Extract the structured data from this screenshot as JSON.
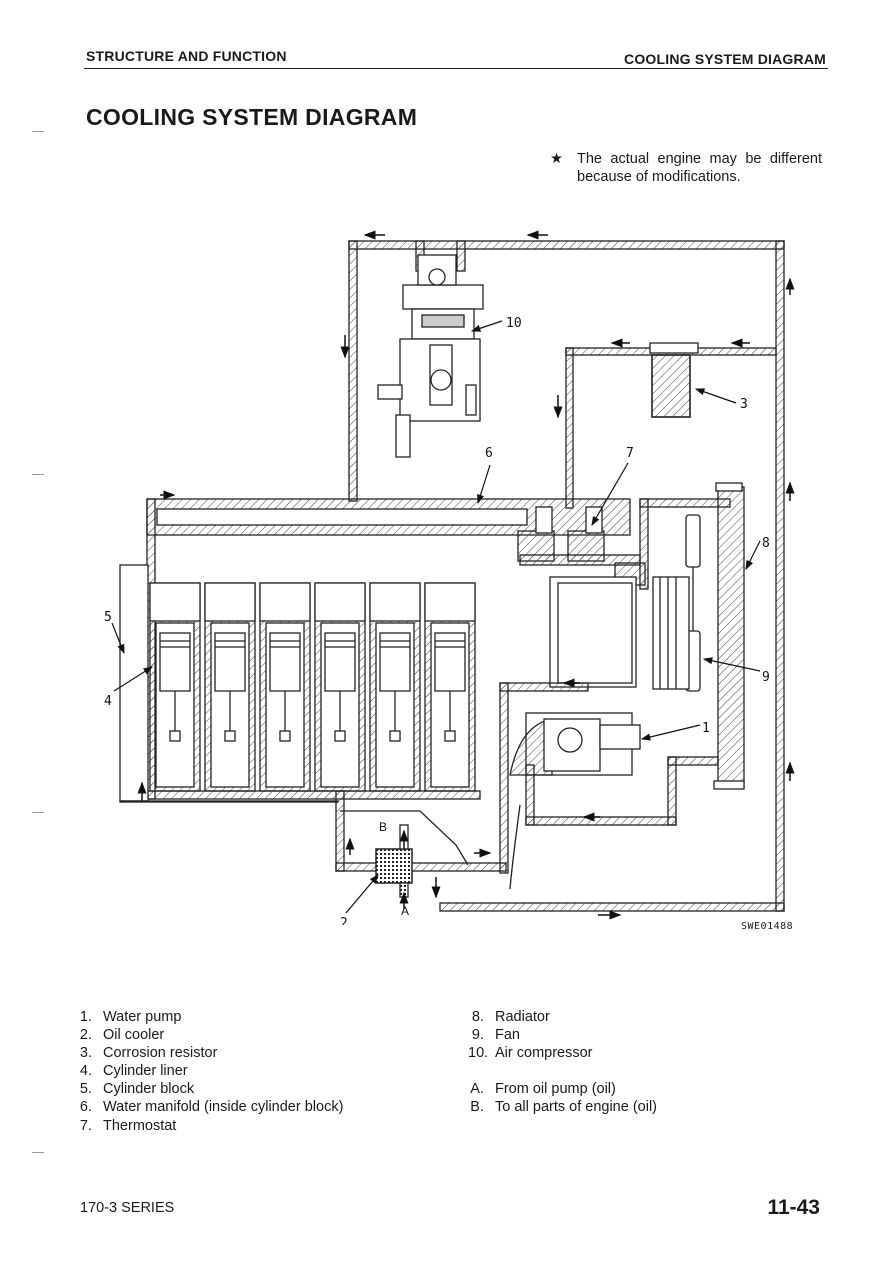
{
  "header": {
    "section": "STRUCTURE AND FUNCTION",
    "page_topic": "COOLING SYSTEM DIAGRAM"
  },
  "title": "COOLING SYSTEM DIAGRAM",
  "note": {
    "symbol": "★",
    "text": "The actual engine may be different because of modifications."
  },
  "diagram": {
    "callouts": [
      "1",
      "2",
      "3",
      "4",
      "5",
      "6",
      "7",
      "8",
      "9",
      "10",
      "A",
      "B"
    ],
    "figure_code": "SWE01488"
  },
  "legend_left": [
    {
      "num": "1.",
      "label": "Water pump"
    },
    {
      "num": "2.",
      "label": "Oil cooler"
    },
    {
      "num": "3.",
      "label": "Corrosion resistor"
    },
    {
      "num": "4.",
      "label": "Cylinder liner"
    },
    {
      "num": "5.",
      "label": "Cylinder block"
    },
    {
      "num": "6.",
      "label": "Water manifold (inside cylinder block)"
    },
    {
      "num": "7.",
      "label": "Thermostat"
    }
  ],
  "legend_right": [
    {
      "num": "8.",
      "label": "Radiator"
    },
    {
      "num": "9.",
      "label": "Fan"
    },
    {
      "num": "10.",
      "label": "Air compressor"
    }
  ],
  "legend_right_letters": [
    {
      "num": "A.",
      "label": "From oil pump (oil)"
    },
    {
      "num": "B.",
      "label": "To all parts of engine (oil)"
    }
  ],
  "footer": {
    "series": "170-3 SERIES",
    "page": "11-43"
  }
}
